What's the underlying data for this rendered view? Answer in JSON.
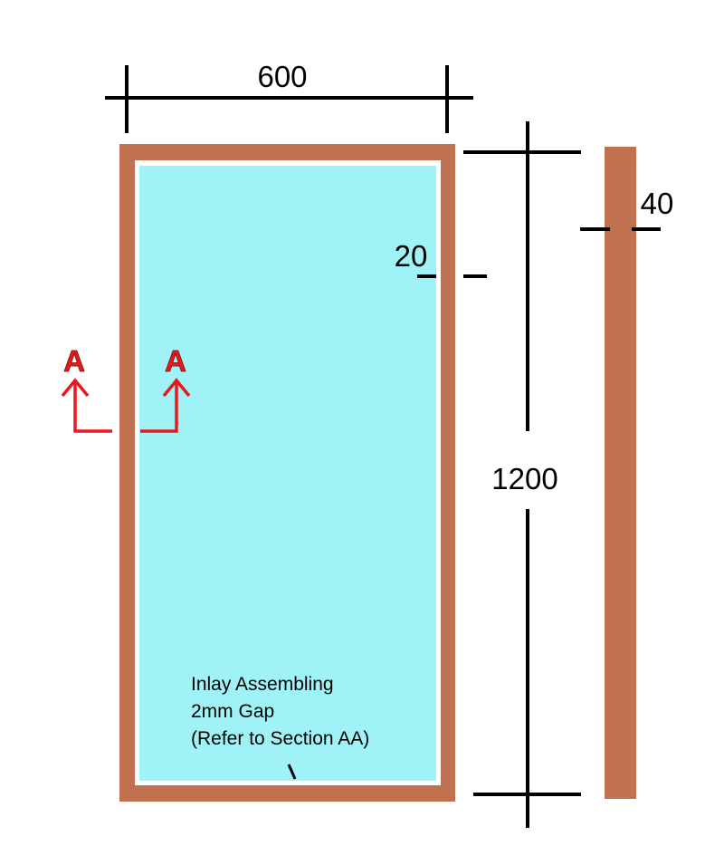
{
  "dimensions": {
    "width": "600",
    "height": "1200",
    "frame_width": "20",
    "side_thickness": "40"
  },
  "section_marker": {
    "label_left": "A",
    "label_right": "A"
  },
  "note": {
    "line1": "Inlay Assembling",
    "line2": "2mm Gap",
    "line3": "(Refer to Section AA)"
  },
  "colors": {
    "frame": "#C0714F",
    "glass": "#9FF3F7",
    "inlay_gap": "#FFFFFF",
    "dimension_lines": "#000000",
    "section_marker": "#E8181C"
  }
}
